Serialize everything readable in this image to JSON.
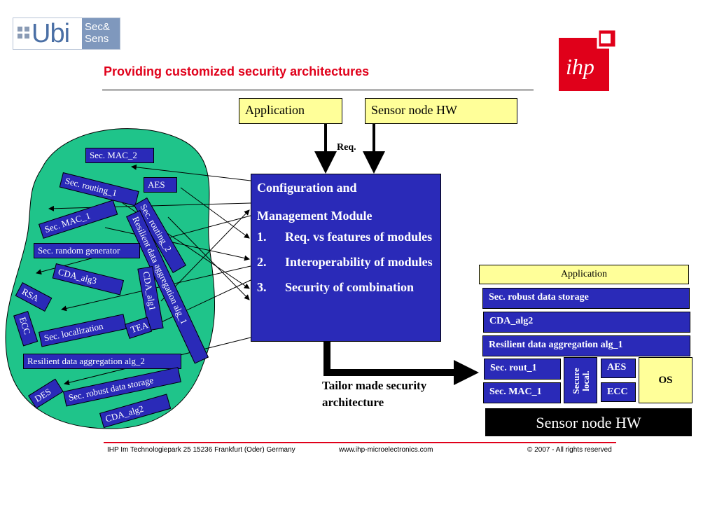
{
  "logo": {
    "word": "Ubi",
    "tag_line1": "Sec&",
    "tag_line2": "Sens",
    "ihp": "ihp"
  },
  "title": "Providing customized security architectures",
  "inputs": {
    "application": "Application",
    "sensor_hw": "Sensor node HW",
    "req": "Req."
  },
  "module": {
    "line1": "Configuration and",
    "line2": "Management Module",
    "items": [
      {
        "num": "1.",
        "text": "Req. vs features of modules"
      },
      {
        "num": "2.",
        "text": "Interoperability of modules"
      },
      {
        "num": "3.",
        "text": "Security of combination"
      }
    ]
  },
  "output_label": "Tailor made security architecture",
  "blob_modules": [
    "Sec. MAC_2",
    "AES",
    "Sec. routing_1",
    "Sec. routing_2",
    "Sec. MAC_1",
    "Resilient data aggregation alg_1",
    "Sec. random generator",
    "CDA_alg3",
    "CDA_alg1",
    "RSA",
    "ECC",
    "Sec. localization",
    "TEA",
    "Resilient data aggregation alg_2",
    "DES",
    "Sec. robust data storage",
    "CDA_alg2"
  ],
  "stack": {
    "application": "Application",
    "rows": [
      "Sec. robust data storage",
      "CDA_alg2",
      "Resilient data aggregation alg_1"
    ],
    "rout": "Sec. rout_1",
    "mac": "Sec. MAC_1",
    "secure_local": "Secure local.",
    "aes": "AES",
    "ecc": "ECC",
    "os": "OS",
    "hw": "Sensor node HW"
  },
  "footer": {
    "address": "IHP  Im Technologiepark 25  15236 Frankfurt (Oder) Germany",
    "url": "www.ihp-microelectronics.com",
    "copyright": "© 2007 - All rights reserved"
  },
  "colors": {
    "accent_red": "#e0001a",
    "module_blue": "#2a2ab8",
    "blob_green": "#1fc48a",
    "note_yellow": "#ffff99"
  }
}
